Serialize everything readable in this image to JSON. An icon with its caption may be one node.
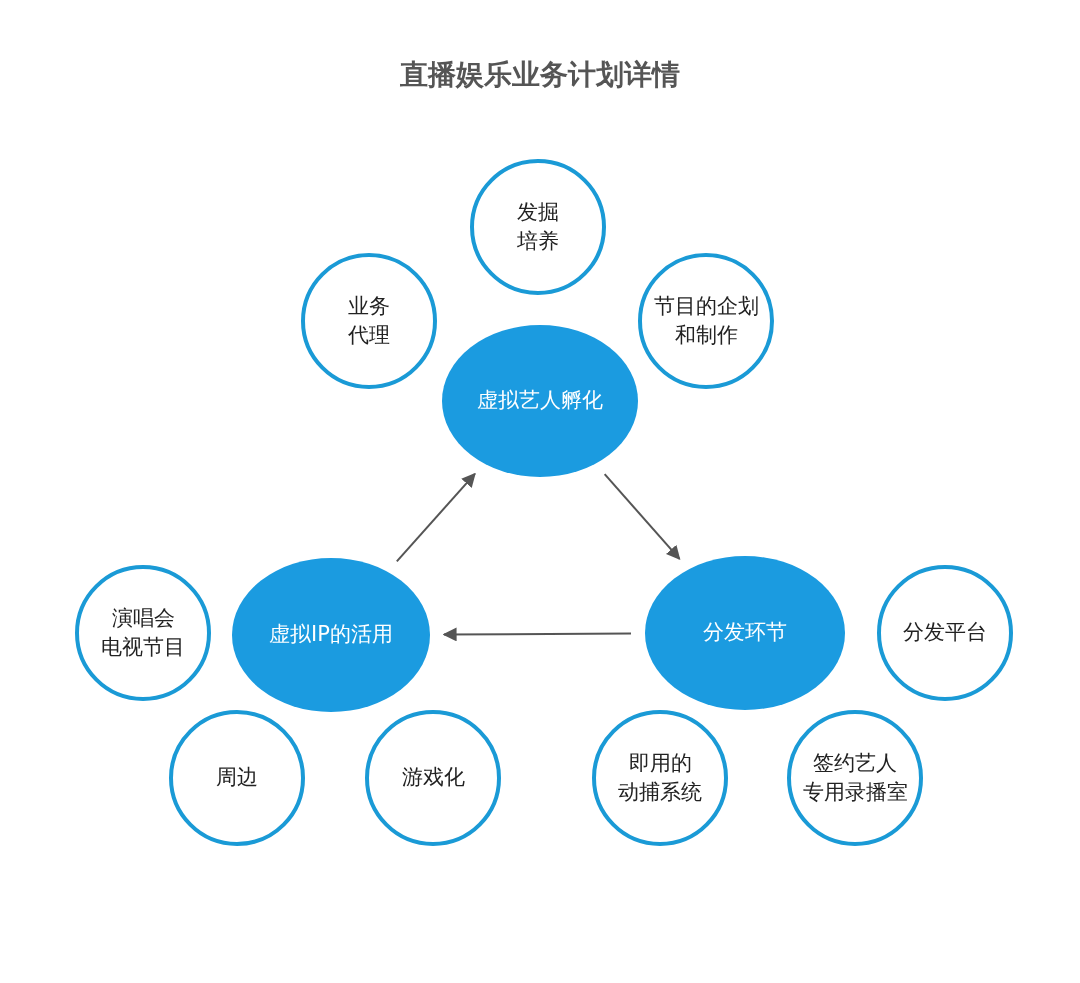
{
  "diagram": {
    "title": "直播娱乐业务计划详情",
    "nodes": [
      {
        "text": [
          "发掘培养"
        ]
      },
      {
        "text": [
          "业务代理"
        ]
      },
      {
        "text": [
          "节目的企划和制作"
        ]
      },
      {
        "text": [
          "虚拟艺人孵化"
        ]
      },
      {
        "text": [
          "演唱会电视节目"
        ]
      },
      {
        "text": [
          "虚拟IP的活用"
        ]
      },
      {
        "text": [
          "分发环节"
        ]
      },
      {
        "text": [
          "分发平台"
        ]
      },
      {
        "text": [
          "周边"
        ]
      },
      {
        "text": [
          "游戏化"
        ]
      },
      {
        "text": [
          "即用的动捕系统"
        ]
      },
      {
        "text": [
          "签约艺人专用录播室"
        ]
      }
    ],
    "edges": [
      {
        "from": 5,
        "to": 3,
        "arrow": "to"
      },
      {
        "from": 3,
        "to": 6,
        "arrow": "to"
      },
      {
        "from": 6,
        "to": 5,
        "arrow": "to"
      }
    ]
  }
}
